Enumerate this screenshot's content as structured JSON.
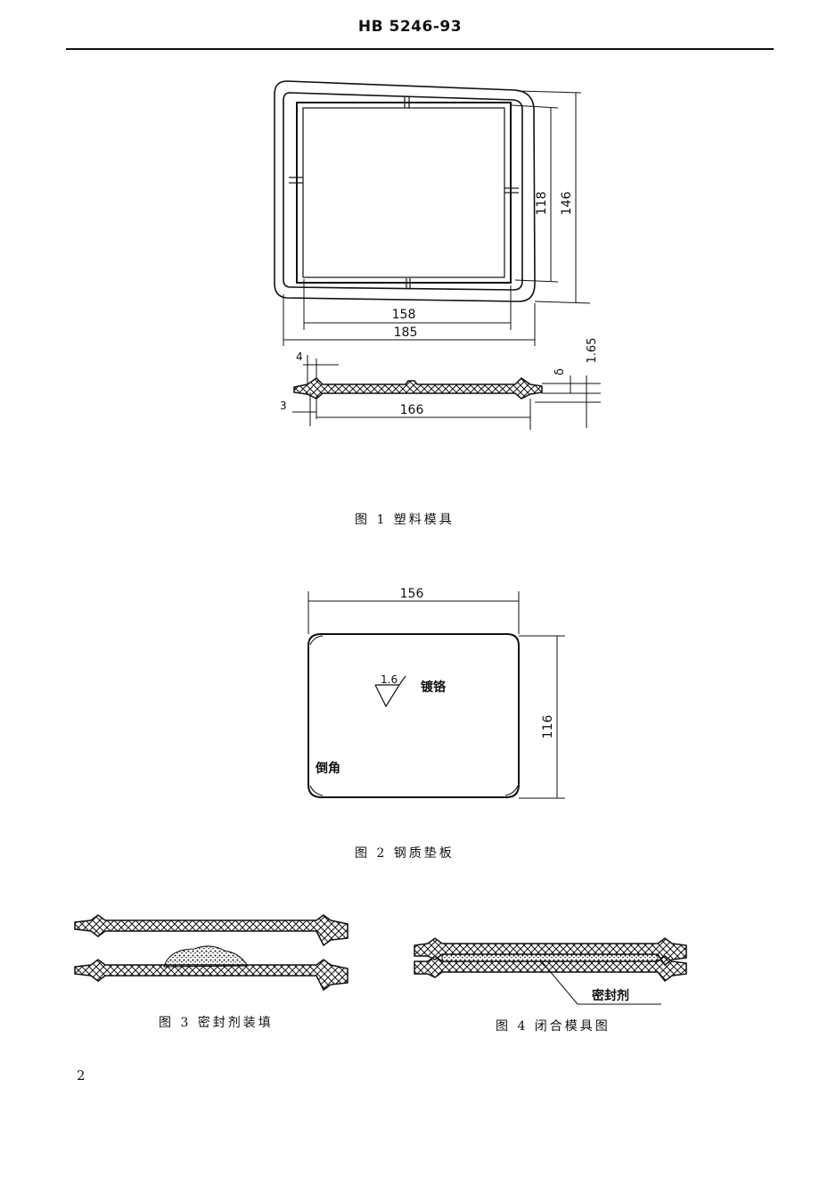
{
  "header": {
    "code": "HB 5246-93"
  },
  "figures": [
    {
      "id": "fig1",
      "caption": "图 1   塑料模具",
      "dims": {
        "inner_height": "118",
        "outer_height": "146",
        "inner_width": "158",
        "outer_width": "185",
        "thickness": "1.65",
        "delta": "δ",
        "edge_top": "4",
        "edge_left": "3",
        "section_width": "166"
      }
    },
    {
      "id": "fig2",
      "caption": "图 2   钢质垫板",
      "dims": {
        "width": "156",
        "height": "116",
        "roughness": "1.6"
      },
      "labels": {
        "plating": "镀铬",
        "chamfer": "倒角"
      }
    },
    {
      "id": "fig3",
      "caption": "图 3   密封剂装填"
    },
    {
      "id": "fig4",
      "caption": "图 4   闭合模具图",
      "labels": {
        "sealant": "密封剂"
      }
    }
  ],
  "page_number": "2"
}
